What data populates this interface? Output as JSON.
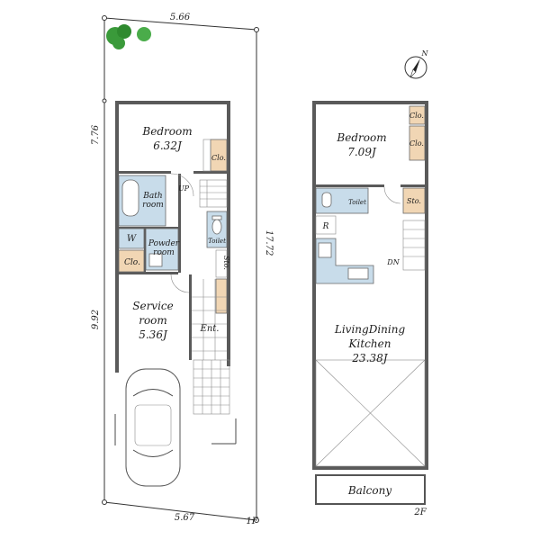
{
  "site": {
    "dim_top": "5.66",
    "dim_bottom": "5.67",
    "dim_left_upper": "7.76",
    "dim_left_lower": "9.92",
    "dim_right": "17.72"
  },
  "floor1": {
    "level": "1F",
    "bedroom": {
      "name": "Bedroom",
      "size": "6.32J"
    },
    "bath": {
      "line1": "Bath",
      "line2": "room"
    },
    "powder": {
      "line1": "Powder",
      "line2": "room"
    },
    "washer": "W",
    "closet1": "Clo.",
    "closet2": "Clo.",
    "storage": "Sto.",
    "toilet": "Toilet",
    "up": "UP",
    "service": {
      "line1": "Service",
      "line2": "room",
      "size": "5.36J"
    },
    "entrance": "Ent."
  },
  "floor2": {
    "level": "2F",
    "bedroom": {
      "name": "Bedroom",
      "size": "7.09J"
    },
    "closet1": "Clo.",
    "closet2": "Clo.",
    "toilet": "Toilet",
    "storage": "Sto.",
    "fridge": "R",
    "down": "DN",
    "ldk": {
      "line1": "LivingDining",
      "line2": "Kitchen",
      "size": "23.38J"
    },
    "balcony": "Balcony"
  },
  "compass": {
    "label": "N"
  },
  "colors": {
    "wall": "#5a5a5a",
    "closet": "#f1d6b4",
    "wet_area": "#c8dcea",
    "tree": "#3a9a3a"
  }
}
